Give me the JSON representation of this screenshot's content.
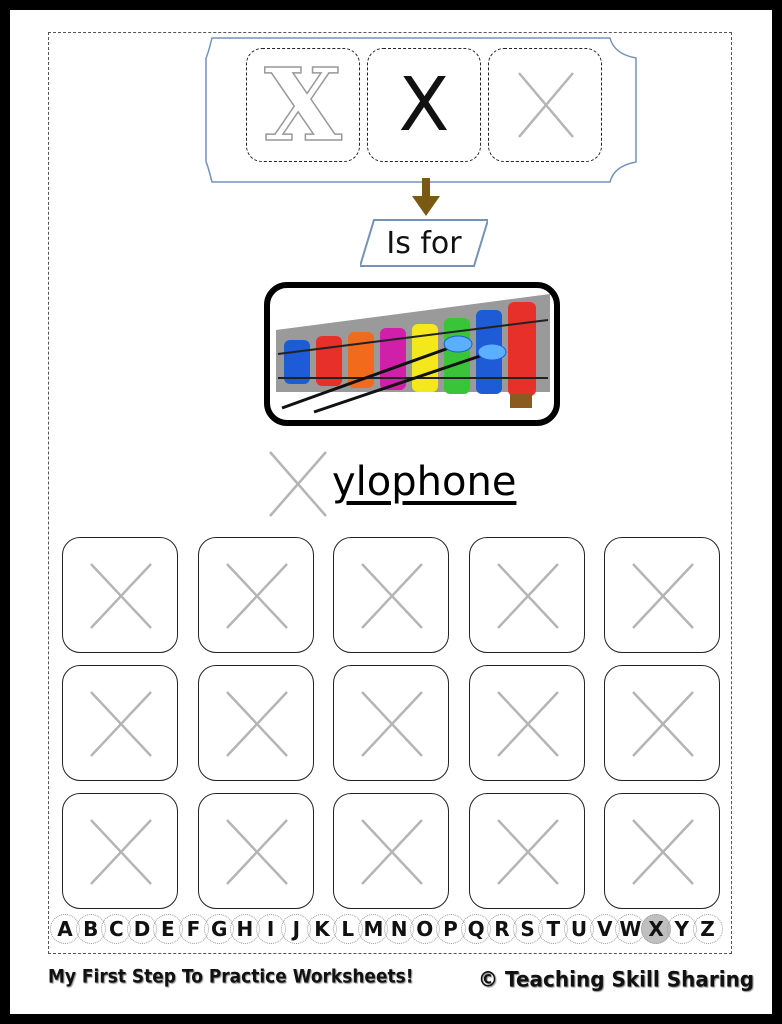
{
  "letter": {
    "hollow": "X",
    "print": "X"
  },
  "connector": "Is for",
  "word": {
    "first_letter": "X",
    "rest": "ylophone"
  },
  "practice_grid": {
    "rows": 3,
    "cols": 5
  },
  "alphabet": [
    "A",
    "B",
    "C",
    "D",
    "E",
    "F",
    "G",
    "H",
    "I",
    "J",
    "K",
    "L",
    "M",
    "N",
    "O",
    "P",
    "Q",
    "R",
    "S",
    "T",
    "U",
    "V",
    "W",
    "X",
    "Y",
    "Z"
  ],
  "alphabet_highlight": "X",
  "footer": {
    "left": "My First Step To Practice Worksheets!",
    "right": "© Teaching Skill Sharing"
  },
  "colors": {
    "banner_border": "#7592b8",
    "arrow": "#7a5a12",
    "trace": "#b5b5b5",
    "highlight": "#bfbfbf"
  },
  "icons": [
    "xylophone-icon",
    "arrow-down-icon"
  ]
}
